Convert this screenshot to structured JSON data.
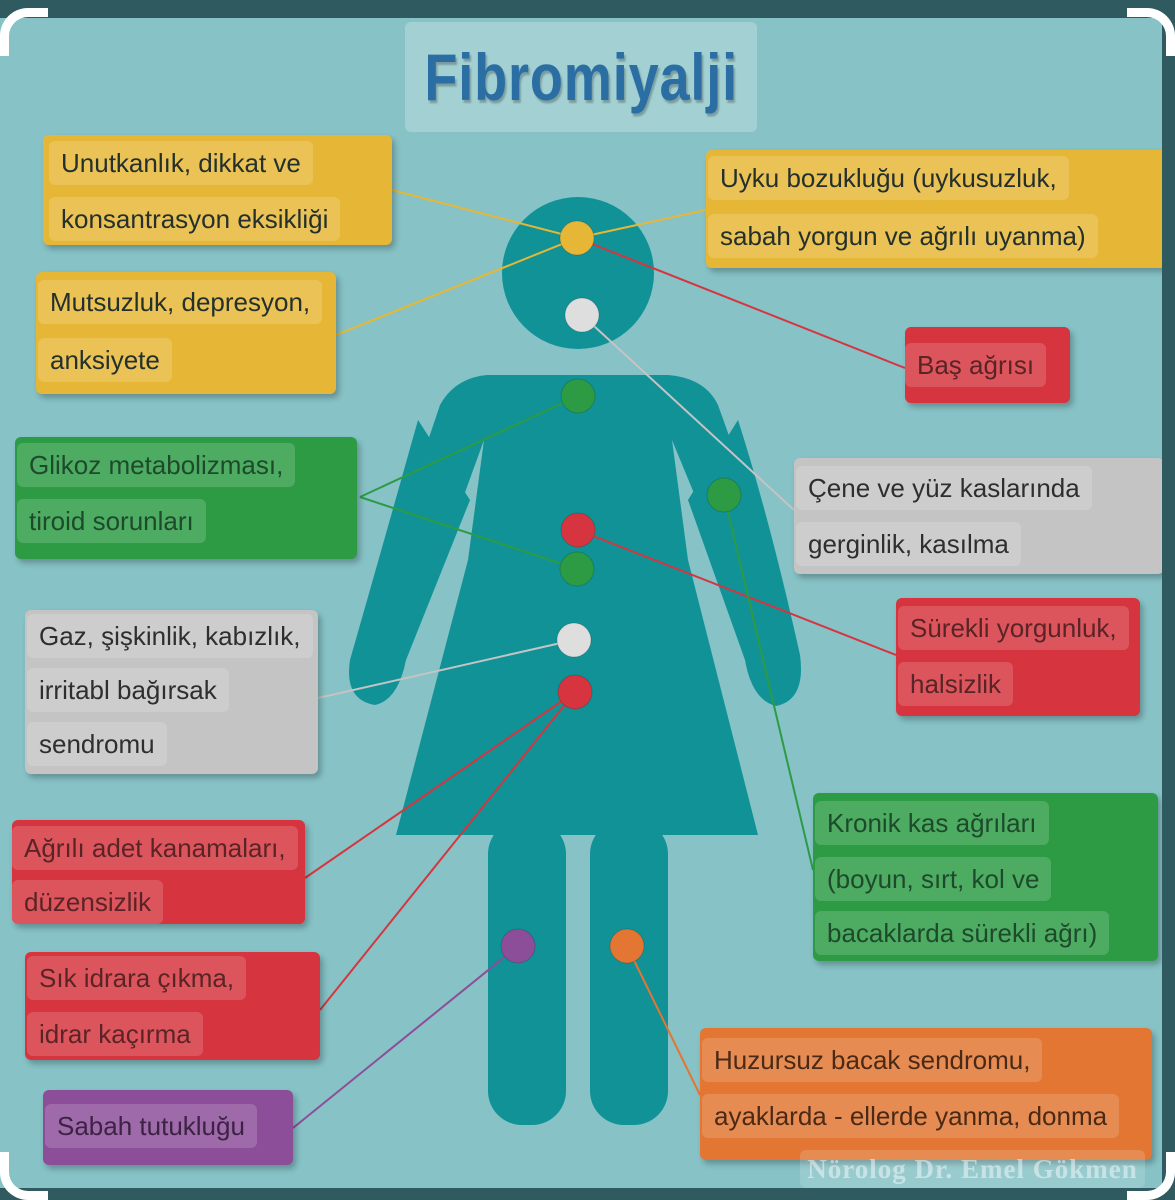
{
  "title": "Fibromiyalji",
  "credit": "Nörolog Dr. Emel Gökmen",
  "colors": {
    "background": "#86c2c6",
    "figure": "#109297",
    "yellow": "#e6b736",
    "red": "#d6353f",
    "green": "#2c9b44",
    "gray": "#c4c4c4",
    "purple": "#8d4e99",
    "orange": "#e27632",
    "title": "#2b6ea3"
  },
  "labels": {
    "forgetfulness": [
      "Unutkanlık, dikkat ve",
      "konsantrasyon eksikliği"
    ],
    "sleep": [
      "Uyku bozukluğu (uykusuzluk,",
      "sabah yorgun ve ağrılı uyanma)"
    ],
    "depression": [
      "Mutsuzluk, depresyon,",
      "anksiyete"
    ],
    "headache": [
      "Baş ağrısı"
    ],
    "glucose": [
      "Glikoz metabolizması,",
      "tiroid sorunları"
    ],
    "jaw": [
      "Çene ve yüz kaslarında",
      "gerginlik, kasılma"
    ],
    "fatigue": [
      "Sürekli yorgunluk,",
      "halsizlik"
    ],
    "bowel": [
      "Gaz, şişkinlik, kabızlık,",
      "irritabl bağırsak",
      "sendromu"
    ],
    "muscle": [
      "Kronik kas ağrıları",
      "(boyun, sırt, kol ve",
      "bacaklarda sürekli ağrı)"
    ],
    "menstrual": [
      "Ağrılı adet kanamaları,",
      "düzensizlik"
    ],
    "urinary": [
      "Sık idrara çıkma,",
      "idrar kaçırma"
    ],
    "stiffness": [
      "Sabah tutukluğu"
    ],
    "restless": [
      "Huzursuz bacak sendromu,",
      "ayaklarda - ellerde yanma, donma"
    ]
  }
}
